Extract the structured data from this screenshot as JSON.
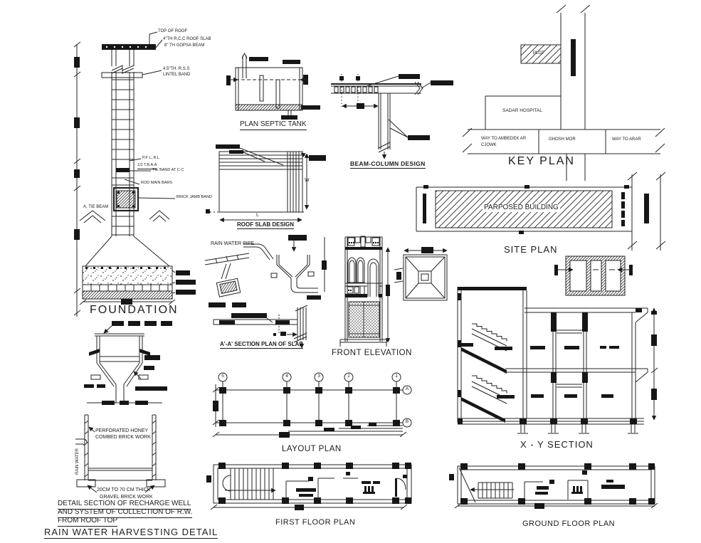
{
  "colors": {
    "ink": "#1c1c1c",
    "paper": "#ffffff"
  },
  "foundation": {
    "title": "FOUNDATION",
    "top_of_roof": "TOP OF ROOF",
    "roof_slab": "4\"TH R,C,C ROOF SLAB",
    "beam": "8\" TH GOPSA BEAM",
    "lintel_1": "4.5\"TH. R.S.S",
    "lintel_2": "LINTEL BAND",
    "bars_1": "P,F L, R,L",
    "bars_2": "1/2 T.B.A.A",
    "band": "TIE BAND AT C-C",
    "main_bars": "ROD MAIN BARS",
    "jamb": "BRICK JAMB BAND",
    "tie_beam": "A, TIE BEAM"
  },
  "septic_tank": {
    "title": "PLAN SEPTIC TANK"
  },
  "roof_slab": {
    "title": "ROOF SLAB DESIGN",
    "dim_w": "W",
    "dim_l": "L"
  },
  "beam_column": {
    "title": "BEAM-COLUMN DESIGN"
  },
  "key_plan": {
    "title": "KEY PLAN",
    "plot": "PLOT",
    "hospital": "SADAR HOSPITAL",
    "way_left_1": "WAY TO AMBEDEK AR",
    "way_left_2": "CJOWK",
    "center": "GHOSH MOR",
    "way_right": "WAY TO ARAR"
  },
  "site_plan": {
    "title": "SITE PLAN",
    "building": "PARPOSED BUILDING"
  },
  "rain_water_pipe": {
    "label": "RAIN WATER PIPE"
  },
  "slab_section": {
    "title": "A'-A' SECTION PLAN OF SLAB"
  },
  "front_elevation": {
    "title": "FRONT ELEVATION"
  },
  "layout_plan": {
    "title": "LAYOUT PLAN",
    "cols": [
      "5",
      "4",
      "3",
      "2",
      "1"
    ],
    "rows": [
      "A",
      "B"
    ]
  },
  "xy_section": {
    "title": "X - Y  SECTION"
  },
  "first_floor": {
    "title": "FIRST FLOOR PLAN"
  },
  "ground_floor": {
    "title": "GROUND FLOOR PLAN"
  },
  "rain_harvesting": {
    "title": "RAIN WATER HARVESTING DETAIL",
    "note_1": "DETAIL SECTION OF RECHARGE WELL",
    "note_2": "AND SYSTEM OF COLLECTION OF R.W.",
    "note_3": "FROM ROOF TOP",
    "perforated_1": "PERFORATED HONEY",
    "perforated_2": "COMBED BRICK WORK",
    "gravel_1": "20CM TO 70 CM THICK",
    "gravel_2": "GRAVEL BRICK WORK",
    "pipe_label": "RAIN WATER"
  }
}
